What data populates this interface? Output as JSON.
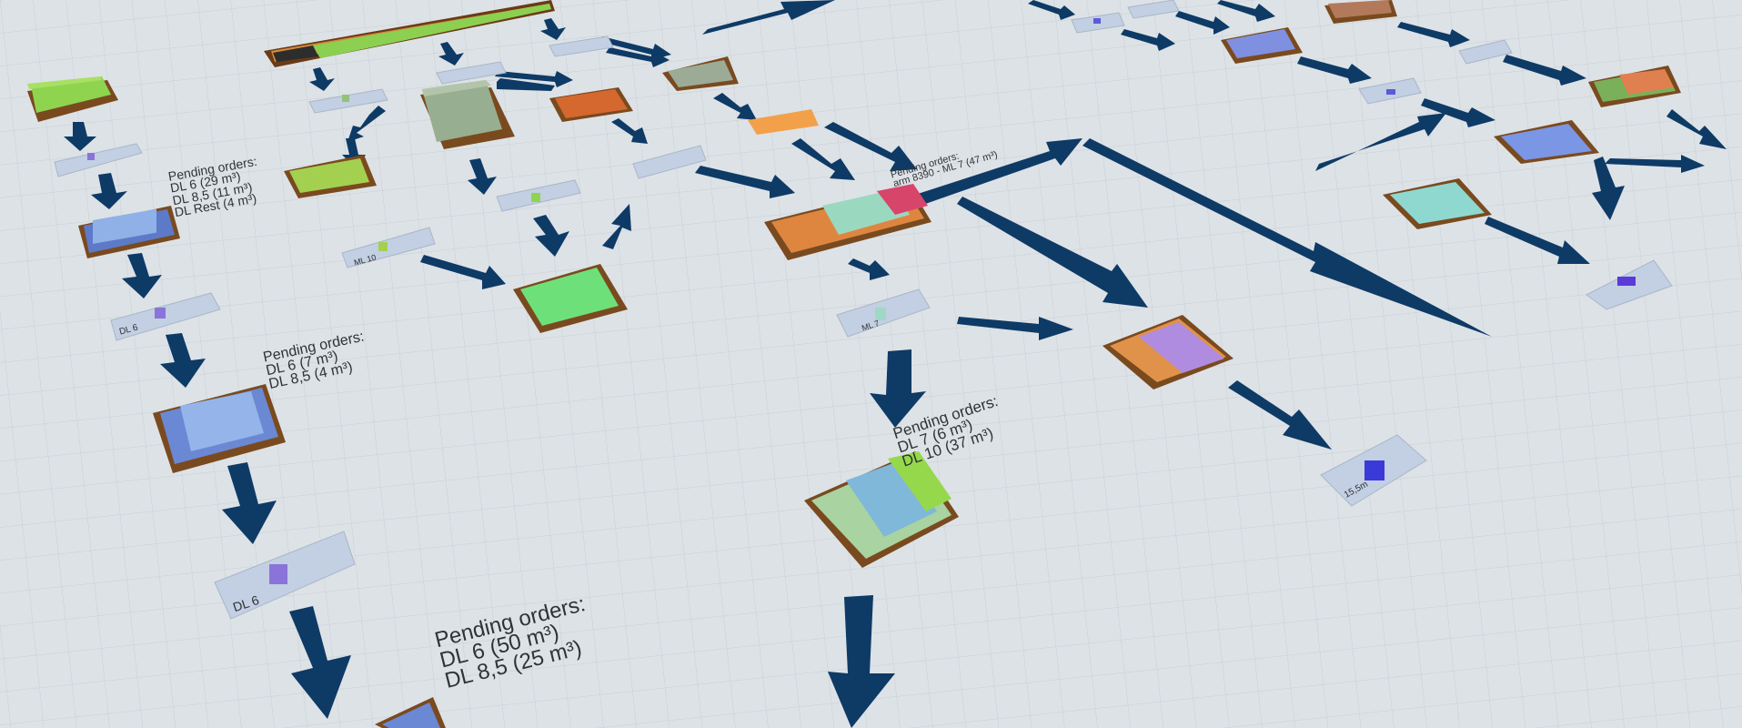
{
  "view": {
    "title": "",
    "colors": {
      "floor": "#dde2e6",
      "grid": "#c8ced4",
      "arrow": "#0e3a66",
      "bin_border": "#7a4a1f",
      "bin_fill": "#c9752e",
      "pad": "#c3cfe2",
      "pad_edge": "#a9b6c9"
    }
  },
  "pending_label": {
    "heading": "Pending orders:",
    "a_lines": [
      "DL 6 (29 m³)",
      "DL 8,5 (11 m³)",
      "DL Rest (4 m³)"
    ],
    "b_lines": [
      "DL 6 (7 m³)",
      "DL 8,5 (4 m³)"
    ],
    "c_lines": [
      "DL 6 (50 m³)",
      "DL 8,5 (25 m³)"
    ],
    "d_lines": [
      "DL 7 (6 m³)",
      "DL 10 (37 m³)"
    ],
    "e_lines": [
      "arm 8390 - ML 7 (47 m³)"
    ]
  },
  "pads": {
    "dl6_small": "DL 6",
    "dl6_big": "DL 6",
    "ml10": "ML 10",
    "ml7": "ML 7",
    "m155": "15,5m"
  }
}
